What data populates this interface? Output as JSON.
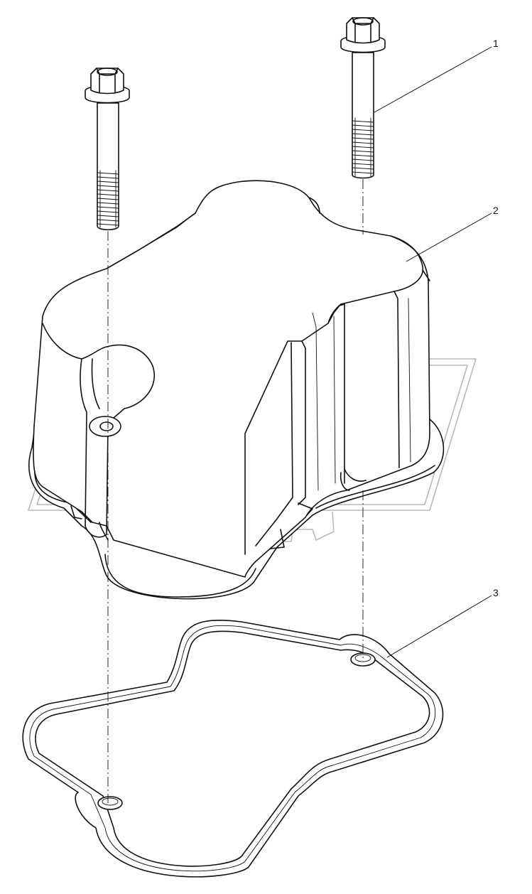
{
  "callouts": [
    {
      "id": "1",
      "label": "1"
    },
    {
      "id": "2",
      "label": "2"
    },
    {
      "id": "3",
      "label": "3"
    }
  ],
  "colors": {
    "line": "#111111",
    "watermark": "#b9b9b9",
    "background": "#ffffff"
  }
}
